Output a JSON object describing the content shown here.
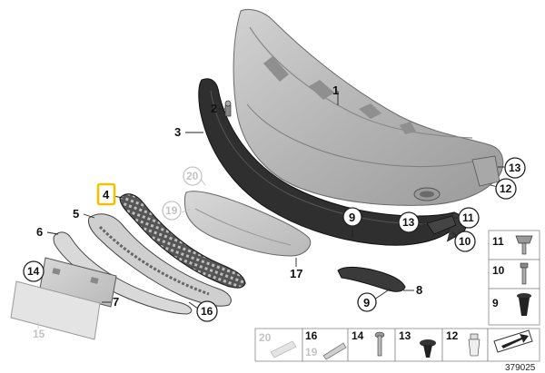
{
  "callouts": {
    "c1": "1",
    "c2": "2",
    "c3": "3",
    "c4": "4",
    "c5": "5",
    "c6": "6",
    "c7": "7",
    "c8": "8",
    "c9a": "9",
    "c9b": "9",
    "c10": "10",
    "c11": "11",
    "c12": "12",
    "c13a": "13",
    "c13b": "13",
    "c14": "14",
    "c15": "15",
    "c16": "16",
    "c17": "17",
    "c19": "19",
    "c20": "20"
  },
  "highlight_color": "#f2c200",
  "side_legend": [
    "11",
    "10",
    "9"
  ],
  "bottom_legend": [
    "20",
    "16",
    "19",
    "14",
    "13",
    "12"
  ],
  "diagram_number": "379025"
}
